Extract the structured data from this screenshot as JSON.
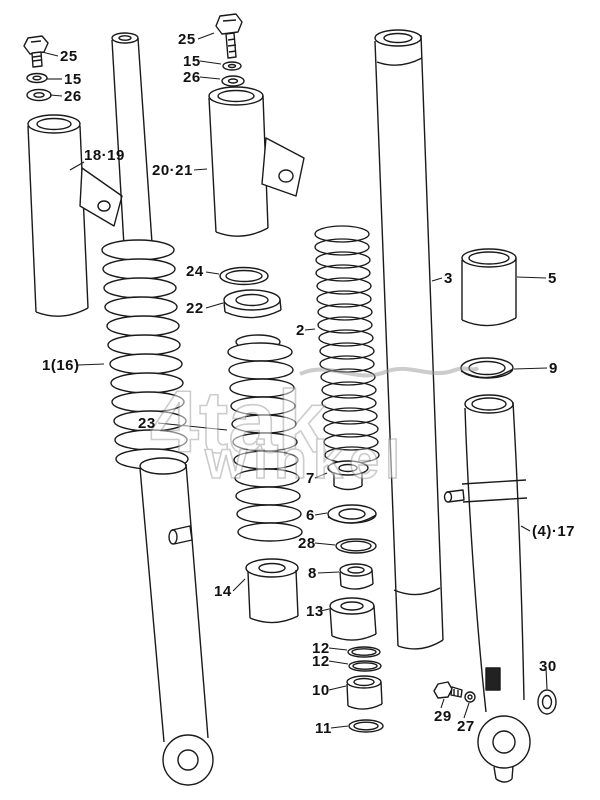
{
  "diagram": {
    "watermark": {
      "line1": "4tak",
      "line2": "winkel"
    },
    "labels": [
      {
        "text": "25"
      },
      {
        "text": "15"
      },
      {
        "text": "26"
      },
      {
        "text": "18·19"
      },
      {
        "text": "25"
      },
      {
        "text": "15"
      },
      {
        "text": "26"
      },
      {
        "text": "20·21"
      },
      {
        "text": "24"
      },
      {
        "text": "22"
      },
      {
        "text": "2"
      },
      {
        "text": "1(16)"
      },
      {
        "text": "23"
      },
      {
        "text": "7"
      },
      {
        "text": "6"
      },
      {
        "text": "28"
      },
      {
        "text": "8"
      },
      {
        "text": "14"
      },
      {
        "text": "13"
      },
      {
        "text": "12"
      },
      {
        "text": "12"
      },
      {
        "text": "10"
      },
      {
        "text": "11"
      },
      {
        "text": "3"
      },
      {
        "text": "5"
      },
      {
        "text": "9"
      },
      {
        "text": "(4)·17"
      },
      {
        "text": "30"
      },
      {
        "text": "29"
      },
      {
        "text": "27"
      }
    ]
  }
}
